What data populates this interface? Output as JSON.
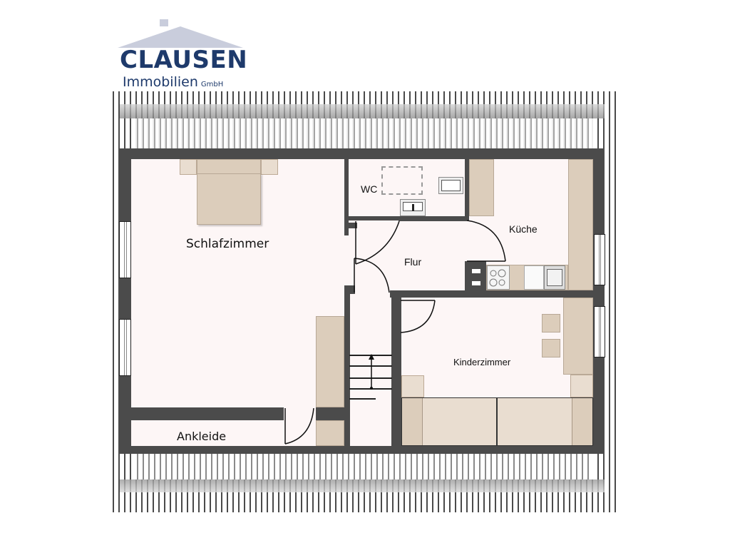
{
  "logo": {
    "name": "CLAUSEN",
    "subtitle": "Immobilien",
    "suffix": "GmbH",
    "color": "#1e3a6b",
    "roof_color": "#c9cddc"
  },
  "floorplan": {
    "wall_color": "#4b4b4b",
    "floor_color": "#fdf6f6",
    "furniture_color": "#dccdbb",
    "rooms": [
      {
        "id": "schlafzimmer",
        "label": "Schlafzimmer"
      },
      {
        "id": "wc",
        "label": "WC"
      },
      {
        "id": "kueche",
        "label": "Küche"
      },
      {
        "id": "flur",
        "label": "Flur"
      },
      {
        "id": "kinderzimmer",
        "label": "Kinderzimmer"
      },
      {
        "id": "ankleide",
        "label": "Ankleide"
      }
    ]
  }
}
